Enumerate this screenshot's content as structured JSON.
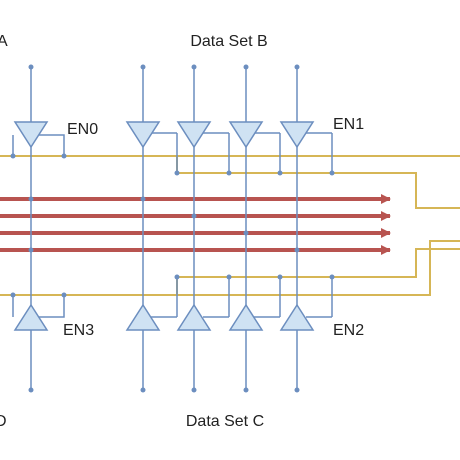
{
  "labels": {
    "data_set_a": "A",
    "data_set_b": "Data Set B",
    "data_set_c": "Data Set C",
    "data_set_d": "D",
    "en0": "EN0",
    "en1": "EN1",
    "en2": "EN2",
    "en3": "EN3"
  },
  "colors": {
    "buffer_fill": "#cfe2f3",
    "buffer_stroke": "#6c8ebf",
    "wire": "#6c8ebf",
    "bus": "#b85450",
    "enable_line": "#d6b656"
  }
}
